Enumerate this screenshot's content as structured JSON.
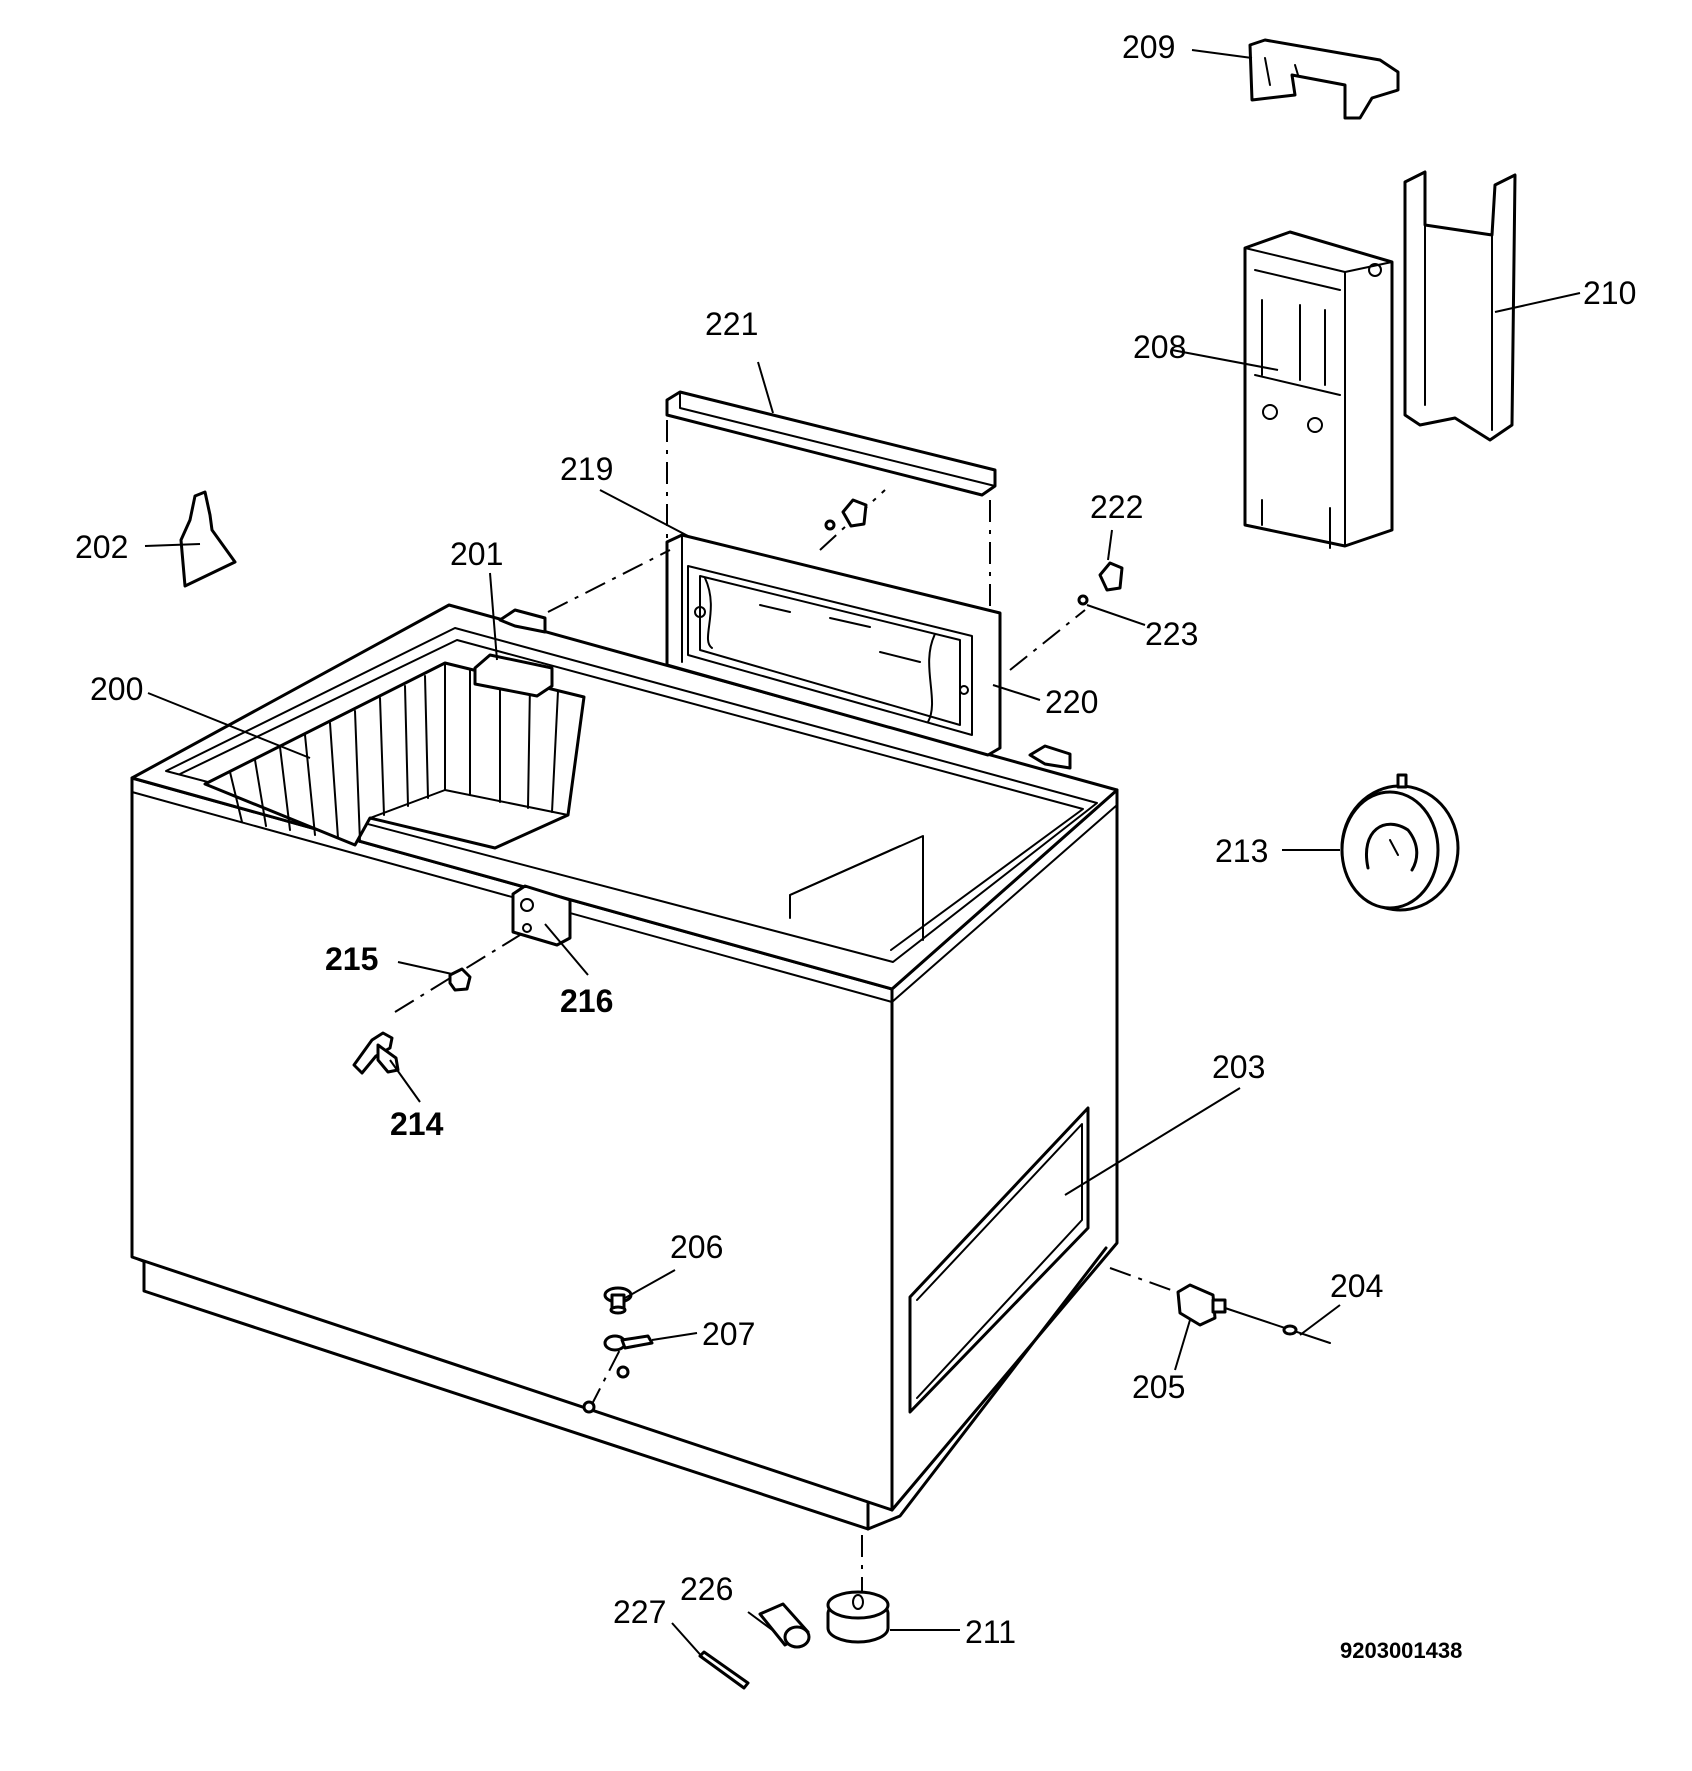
{
  "diagram": {
    "parts": [
      {
        "id": "freezer-cabinet",
        "label": "200"
      },
      {
        "id": "handle-clip",
        "label": "201"
      },
      {
        "id": "scraper",
        "label": "202"
      },
      {
        "id": "side-panel",
        "label": "203"
      },
      {
        "id": "cable",
        "label": "204"
      },
      {
        "id": "cable-connector",
        "label": "205"
      },
      {
        "id": "drain-plug",
        "label": "206"
      },
      {
        "id": "drain-washer",
        "label": "207"
      },
      {
        "id": "control-housing",
        "label": "208"
      },
      {
        "id": "housing-cap",
        "label": "209"
      },
      {
        "id": "housing-cover",
        "label": "210"
      },
      {
        "id": "foot",
        "label": "211"
      },
      {
        "id": "thermostat-knob",
        "label": "213"
      },
      {
        "id": "lock-key",
        "label": "214"
      },
      {
        "id": "lock-cylinder",
        "label": "215"
      },
      {
        "id": "lock-plate",
        "label": "216"
      },
      {
        "id": "lid-frame",
        "label": "219"
      },
      {
        "id": "lid",
        "label": "220"
      },
      {
        "id": "lid-trim",
        "label": "221"
      },
      {
        "id": "hinge-screw",
        "label": "222"
      },
      {
        "id": "hinge-pin",
        "label": "223"
      },
      {
        "id": "roller",
        "label": "226"
      },
      {
        "id": "roller-axle",
        "label": "227"
      }
    ],
    "drawing_code": "9203001438"
  }
}
